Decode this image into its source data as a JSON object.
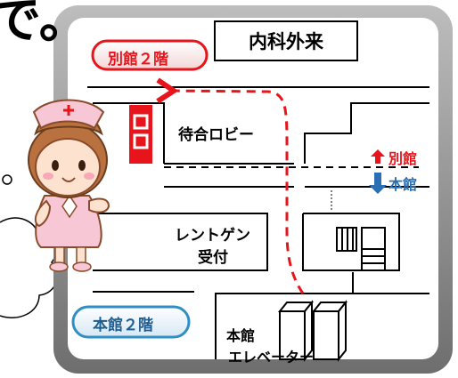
{
  "top_fragment": "で。",
  "title": "内科外来",
  "floor_annex": "別館２階",
  "floor_main": "本館２階",
  "waiting_lobby": "待合ロビー",
  "xray_line1": "レントゲン",
  "xray_line2": "受付",
  "elevator_line1": "本館",
  "elevator_line2": "エレベーター",
  "direction_annex": "別館",
  "direction_main": "本館",
  "colors": {
    "red": "#e8141b",
    "blue": "#2a6fb3",
    "frame": "#8c8c8c",
    "floor_main_border": "#2f8fc4"
  },
  "icons": [
    "nurse-illustration",
    "up-arrow-icon",
    "down-arrow-icon",
    "elevator-icon",
    "stairs-icon",
    "route-arrow",
    "convenience-store-sign"
  ]
}
